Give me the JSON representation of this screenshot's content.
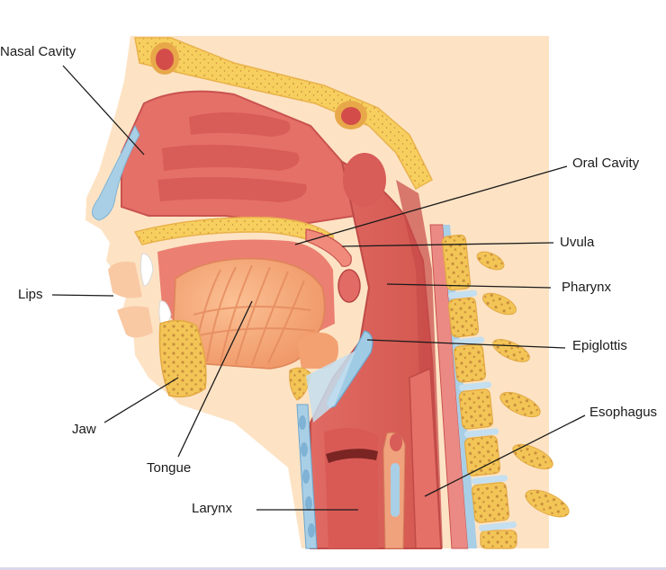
{
  "labels": {
    "nasal_cavity": "Nasal Cavity",
    "oral_cavity": "Oral Cavity",
    "uvula": "Uvula",
    "lips": "Lips",
    "pharynx": "Pharynx",
    "epiglottis": "Epiglottis",
    "jaw": "Jaw",
    "esophagus": "Esophagus",
    "tongue": "Tongue",
    "larynx": "Larynx"
  },
  "colors": {
    "skin": "#fde3c4",
    "bone": "#f7cf5e",
    "bone_pore": "#c88a3c",
    "muscle": "#e0716a",
    "muscle_dark": "#c9524f",
    "tongue": "#f6a878",
    "cartilage": "#a9cfe6",
    "leader_line": "#1a1a1a"
  }
}
